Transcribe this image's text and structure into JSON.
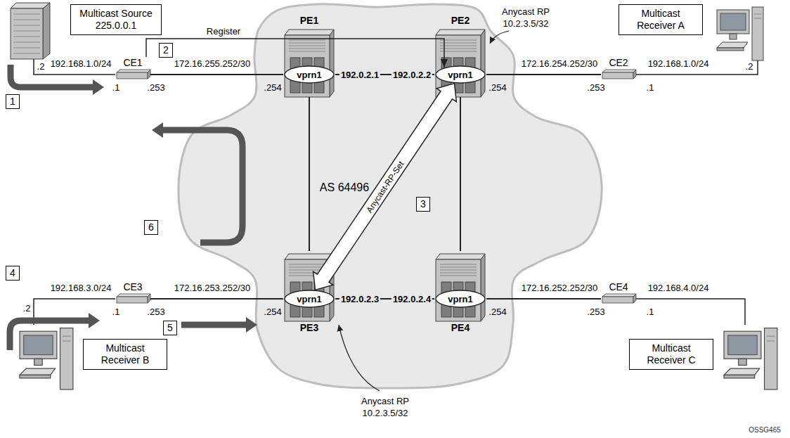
{
  "diagram": {
    "nodes": [
      {
        "text": [
          "Multicast Source",
          "225.0.0.1"
        ]
      },
      {
        "text": [
          "Multicast Receiver A"
        ]
      },
      {
        "text": [
          "1"
        ]
      },
      {
        "text": [
          "2"
        ]
      },
      {
        "text": [
          "PE1"
        ]
      },
      {
        "text": [
          "vprn1"
        ],
        "in": 4
      },
      {
        "text": [
          "PE2"
        ]
      },
      {
        "text": [
          "vprn1"
        ],
        "in": 6
      },
      {
        "text": [
          "CE1"
        ]
      },
      {
        "text": [
          "CE2"
        ]
      },
      {
        "text": [
          "3"
        ]
      },
      {
        "text": [
          "6"
        ]
      },
      {
        "text": [
          "4"
        ]
      },
      {
        "text": [
          "CE3"
        ]
      },
      {
        "text": [
          "PE3"
        ]
      },
      {
        "text": [
          "vprn1"
        ],
        "in": 14
      },
      {
        "text": [
          "PE4"
        ]
      },
      {
        "text": [
          "vprn1"
        ],
        "in": 16
      },
      {
        "text": [
          "CE4"
        ]
      },
      {
        "text": [
          "5"
        ]
      },
      {
        "text": [
          "Multicast Receiver B"
        ]
      },
      {
        "text": [
          "Multicast Receiver C"
        ]
      }
    ],
    "edges": [
      {
        "from": 8,
        "to": 4,
        "arrow": "none"
      },
      {
        "from": 4,
        "to": 6,
        "arrow": "none"
      },
      {
        "from": 6,
        "to": 9,
        "arrow": "none"
      },
      {
        "from": 4,
        "to": 14,
        "arrow": "none"
      },
      {
        "from": 6,
        "to": 16,
        "arrow": "none"
      },
      {
        "from": 13,
        "to": 14,
        "arrow": "none"
      },
      {
        "from": 14,
        "to": 16,
        "arrow": "none"
      },
      {
        "from": 16,
        "to": 18,
        "arrow": "none"
      },
      {
        "from": 8,
        "to": 7,
        "label": "Register",
        "arrow": "to"
      },
      {
        "from": 7,
        "to": 15,
        "label": "Anycast-RP-Set",
        "arrow": "both"
      }
    ],
    "labels": [
      "192.168.1.0/24",
      ".2",
      ".1",
      ".253",
      "172.16.255.252/30",
      ".254",
      "192.0.2.1",
      "192.0.2.2",
      "Anycast RP",
      "10.2.3.5/32",
      ".254",
      "172.16.254.252/30",
      ".253",
      "192.168.1.0/24",
      ".1",
      ".2",
      "AS 64496",
      "192.168.3.0/24",
      ".2",
      ".1",
      ".253",
      "172.16.253.252/30",
      ".254",
      "192.0.2.3",
      "192.0.2.4",
      ".254",
      "172.16.252.252/30",
      ".253",
      "192.168.4.0/24",
      ".1",
      "Anycast RP",
      "10.2.3.5/32",
      "OSSG465"
    ]
  }
}
